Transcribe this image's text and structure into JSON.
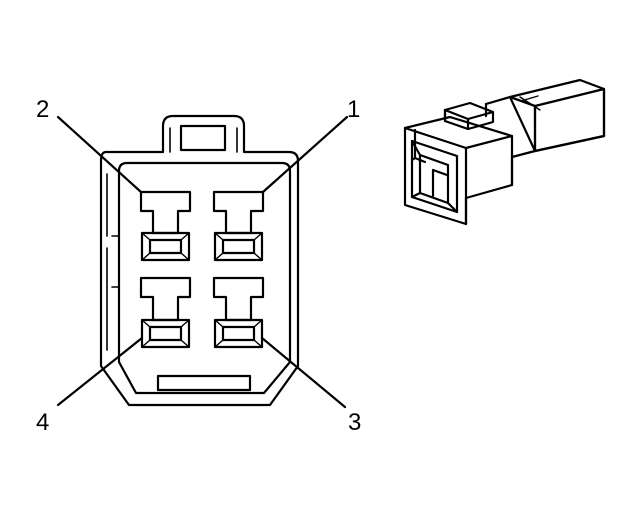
{
  "colors": {
    "line": "#000000",
    "background": "#ffffff"
  },
  "icons": {
    "connector_face": "connector-face-view-icon",
    "connector_body": "connector-body-isometric-icon"
  },
  "callouts": [
    {
      "id": "terminal-1",
      "label": "1"
    },
    {
      "id": "terminal-2",
      "label": "2"
    },
    {
      "id": "terminal-3",
      "label": "3"
    },
    {
      "id": "terminal-4",
      "label": "4"
    }
  ]
}
